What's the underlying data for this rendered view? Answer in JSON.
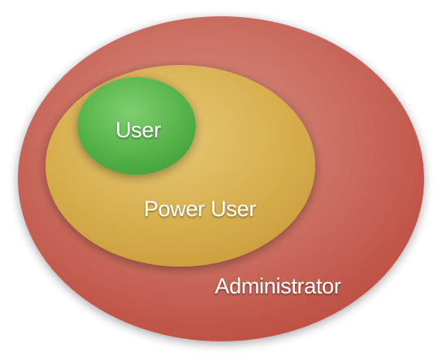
{
  "diagram": {
    "type": "nested-ellipses",
    "levels": [
      {
        "id": "administrator",
        "label": "Administrator",
        "color": "#c0504d"
      },
      {
        "id": "power-user",
        "label": "Power User",
        "color": "#d6ac43"
      },
      {
        "id": "user",
        "label": "User",
        "color": "#5cb34f"
      }
    ],
    "background": "#ffffff"
  }
}
